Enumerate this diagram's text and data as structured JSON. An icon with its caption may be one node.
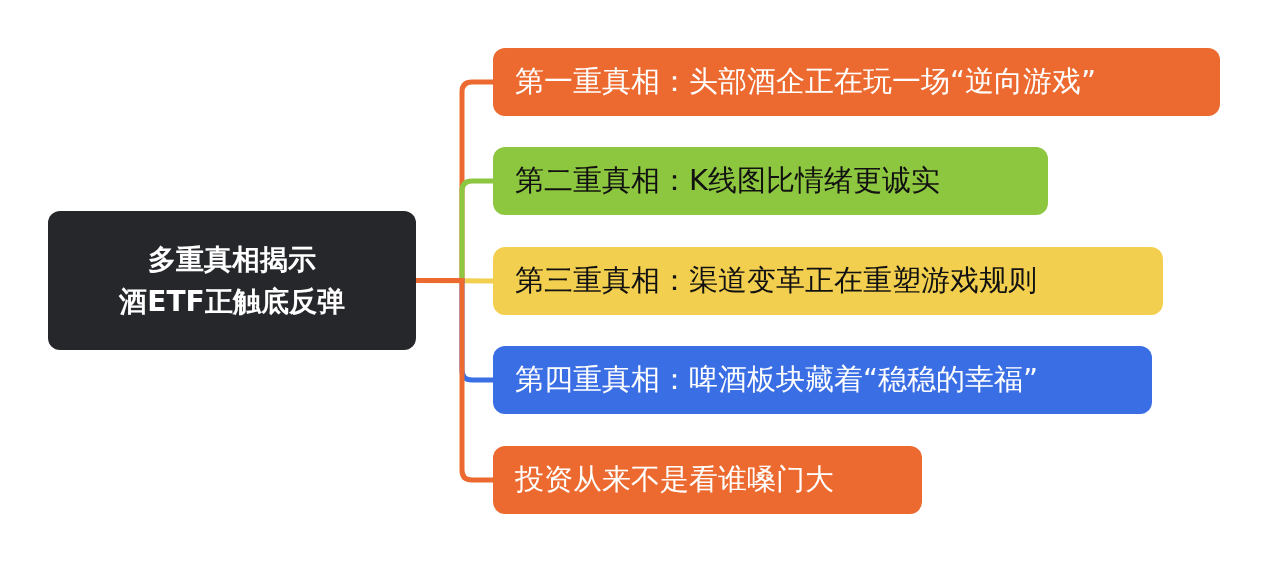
{
  "diagram": {
    "nodes": [
      {
        "text": [
          "多重真相揭示",
          "酒ETF正触底反弹"
        ]
      },
      {
        "text": [
          "第一重真相：头部酒企正在玩一场“逆向游戏”"
        ]
      },
      {
        "text": [
          "第二重真相：K线图比情绪更诚实"
        ]
      },
      {
        "text": [
          "第三重真相：渠道变革正在重塑游戏规则"
        ]
      },
      {
        "text": [
          "第四重真相：啤酒板块藏着“稳稳的幸福”"
        ]
      },
      {
        "text": [
          "投资从来不是看谁嗓门大"
        ]
      }
    ],
    "edges": [
      {
        "from": 0,
        "to": 1,
        "arrow": "none",
        "color": "#ec6a2f"
      },
      {
        "from": 0,
        "to": 2,
        "arrow": "none",
        "color": "#8dc63f"
      },
      {
        "from": 0,
        "to": 3,
        "arrow": "none",
        "color": "#f2cf4f"
      },
      {
        "from": 0,
        "to": 4,
        "arrow": "none",
        "color": "#3a6ee5"
      },
      {
        "from": 0,
        "to": 5,
        "arrow": "none",
        "color": "#ec6a2f"
      }
    ]
  }
}
